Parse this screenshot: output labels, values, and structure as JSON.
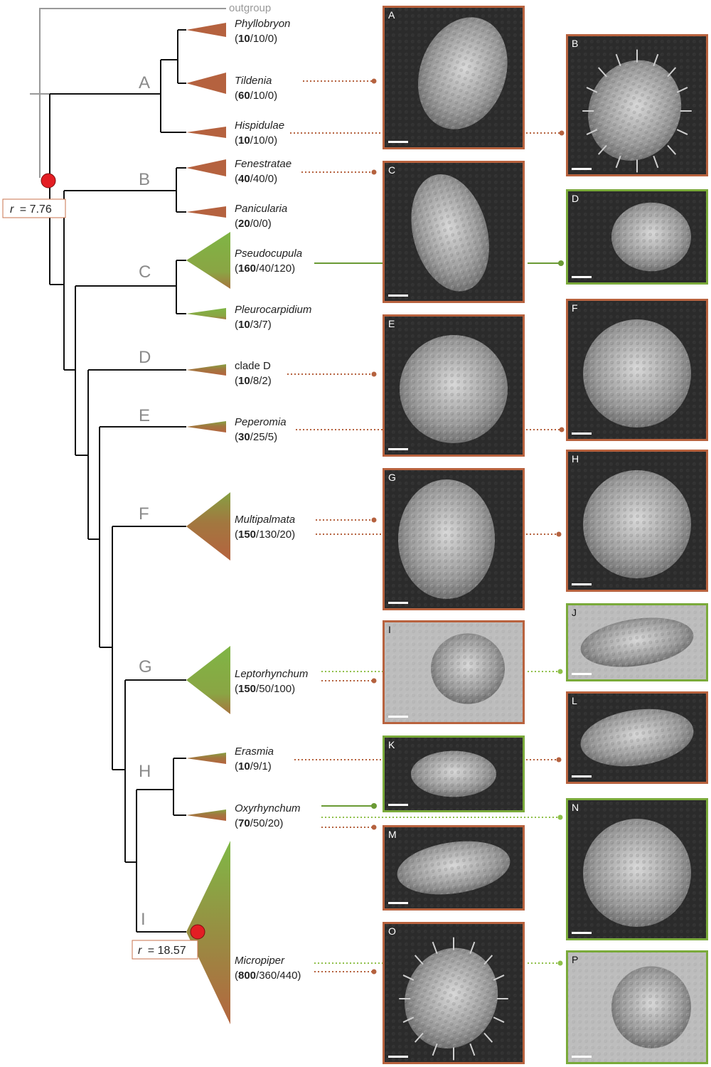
{
  "outgroup_label": "outgroup",
  "colors": {
    "brown": "#b8623e",
    "brown_dark": "#9a4f2e",
    "green": "#7aaa3a",
    "green_light": "#8fc04a",
    "red_node": "#e31e24",
    "branch": "#111111",
    "outgroup": "#999999",
    "clade_letter": "#8a8a8a"
  },
  "rates": [
    {
      "label": "r",
      "value": "= 7.76"
    },
    {
      "label": "r",
      "value": "= 18.57"
    }
  ],
  "clades": [
    {
      "letter": "A"
    },
    {
      "letter": "B"
    },
    {
      "letter": "C"
    },
    {
      "letter": "D"
    },
    {
      "letter": "E"
    },
    {
      "letter": "F"
    },
    {
      "letter": "G"
    },
    {
      "letter": "H"
    },
    {
      "letter": "I"
    }
  ],
  "taxa": [
    {
      "name": "Phyllobryon",
      "italic": true,
      "total": "10",
      "rest": "/10/0",
      "green_share": 0
    },
    {
      "name": "Tildenia",
      "italic": true,
      "total": "60",
      "rest": "/10/0",
      "green_share": 0
    },
    {
      "name": "Hispidulae",
      "italic": true,
      "total": "10",
      "rest": "/10/0",
      "green_share": 0
    },
    {
      "name": "Fenestratae",
      "italic": true,
      "total": "40",
      "rest": "/40/0",
      "green_share": 0
    },
    {
      "name": "Panicularia",
      "italic": true,
      "total": "20",
      "rest": "/0/0",
      "green_share": 0
    },
    {
      "name": "Pseudocupula",
      "italic": true,
      "total": "160",
      "rest": "/40/120",
      "green_share": 0.75
    },
    {
      "name": "Pleurocarpidium",
      "italic": true,
      "total": "10",
      "rest": "/3/7",
      "green_share": 0.7
    },
    {
      "name": "clade D",
      "italic": false,
      "total": "10",
      "rest": "/8/2",
      "green_share": 0.2
    },
    {
      "name": "Peperomia",
      "italic": true,
      "total": "30",
      "rest": "/25/5",
      "green_share": 0.17
    },
    {
      "name": "Multipalmata",
      "italic": true,
      "total": "150",
      "rest": "/130/20",
      "green_share": 0.13
    },
    {
      "name": "Leptorhynchum",
      "italic": true,
      "total": "150",
      "rest": "/50/100",
      "green_share": 0.67
    },
    {
      "name": "Erasmia",
      "italic": true,
      "total": "10",
      "rest": "/9/1",
      "green_share": 0.1
    },
    {
      "name": "Oxyrhynchum",
      "italic": true,
      "total": "70",
      "rest": "/50/20",
      "green_share": 0.29
    },
    {
      "name": "Micropiper",
      "italic": true,
      "total": "800",
      "rest": "/360/440",
      "green_share": 0.55
    }
  ],
  "panels": [
    {
      "letter": "A",
      "frame": "brown"
    },
    {
      "letter": "B",
      "frame": "brown"
    },
    {
      "letter": "C",
      "frame": "brown"
    },
    {
      "letter": "D",
      "frame": "green"
    },
    {
      "letter": "E",
      "frame": "brown"
    },
    {
      "letter": "F",
      "frame": "brown"
    },
    {
      "letter": "G",
      "frame": "brown"
    },
    {
      "letter": "H",
      "frame": "brown"
    },
    {
      "letter": "I",
      "frame": "brown"
    },
    {
      "letter": "J",
      "frame": "green"
    },
    {
      "letter": "L",
      "frame": "brown"
    },
    {
      "letter": "K",
      "frame": "green"
    },
    {
      "letter": "M",
      "frame": "brown"
    },
    {
      "letter": "N",
      "frame": "green"
    },
    {
      "letter": "O",
      "frame": "brown"
    },
    {
      "letter": "P",
      "frame": "green"
    }
  ]
}
